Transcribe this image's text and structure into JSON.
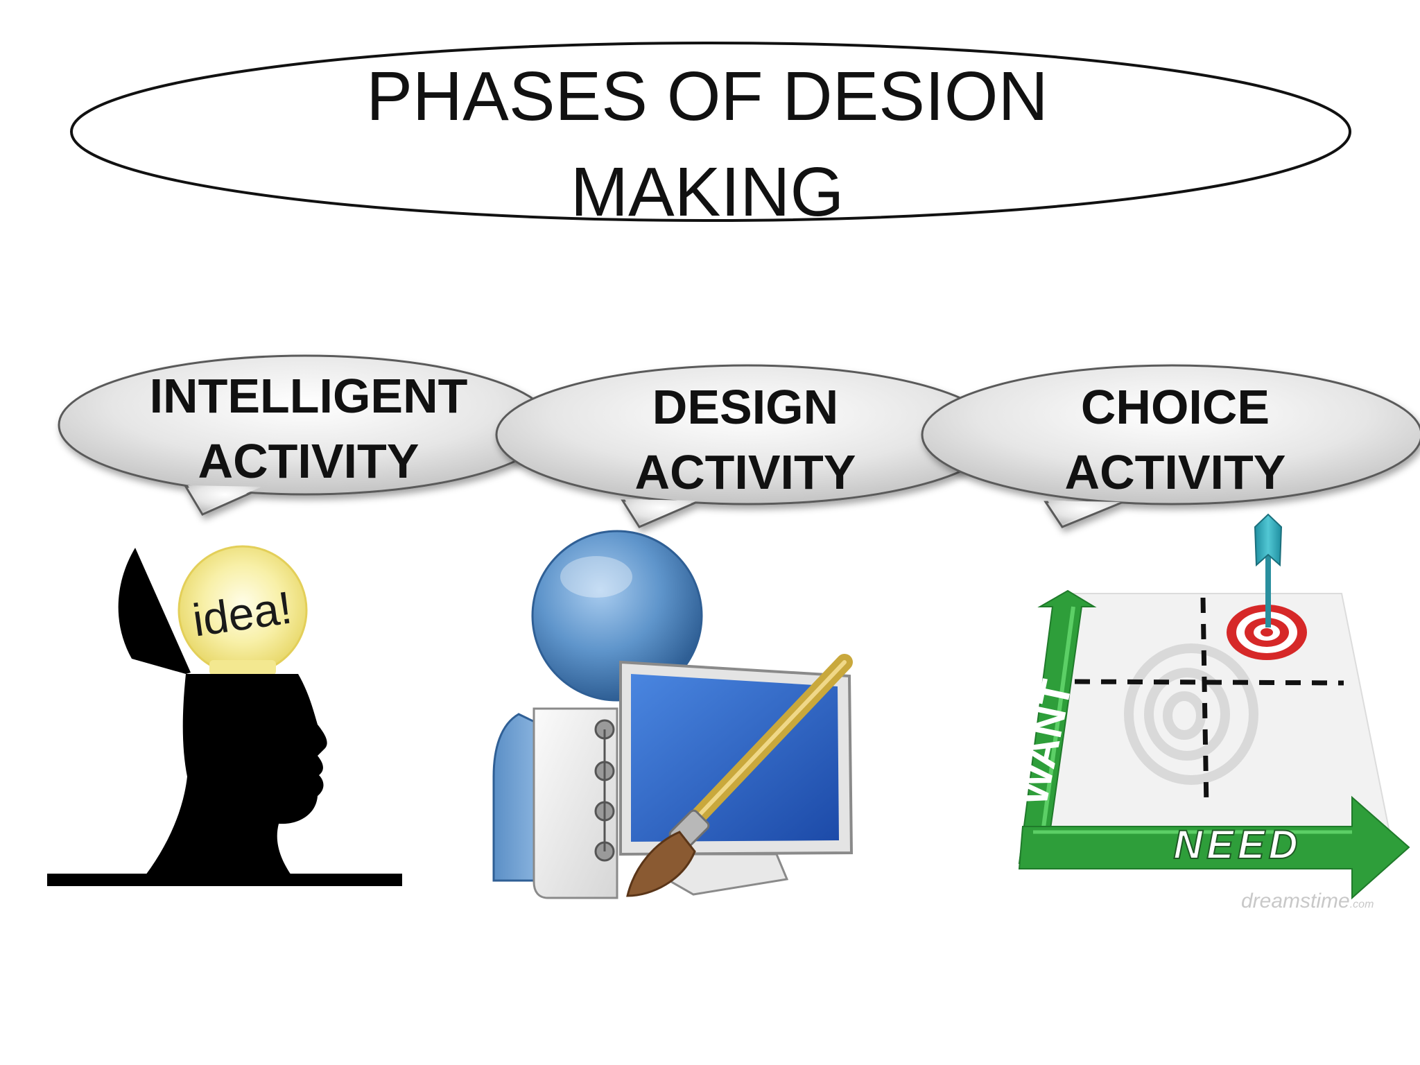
{
  "title": {
    "text": "PHASES OF DESION\nMAKING"
  },
  "phases": [
    {
      "label": "INTELLIGENT\nACTIVITY",
      "icon": "head-idea-bulb-icon"
    },
    {
      "label": "DESIGN\nACTIVITY",
      "icon": "designer-monitor-brush-icon"
    },
    {
      "label": "CHOICE\nACTIVITY",
      "icon": "want-need-target-chart-icon"
    }
  ],
  "illustrations": {
    "idea_word": "idea!",
    "want_word": "WANT",
    "need_word": "NEED",
    "watermark_main": "dreamstime",
    "watermark_suffix": ".com"
  },
  "colors": {
    "bubble_fill": "#d9d9d9",
    "bubble_stroke": "#555555",
    "silhouette": "#000000",
    "bulb_yellow": "#f5ec8a",
    "person_blue": "#5d93c9",
    "monitor_screen": "#2a63c6",
    "brush_handle": "#c9a83c",
    "chart_green": "#2e9e3a",
    "target_red": "#d62828",
    "arrow_teal": "#2aa7b7"
  }
}
